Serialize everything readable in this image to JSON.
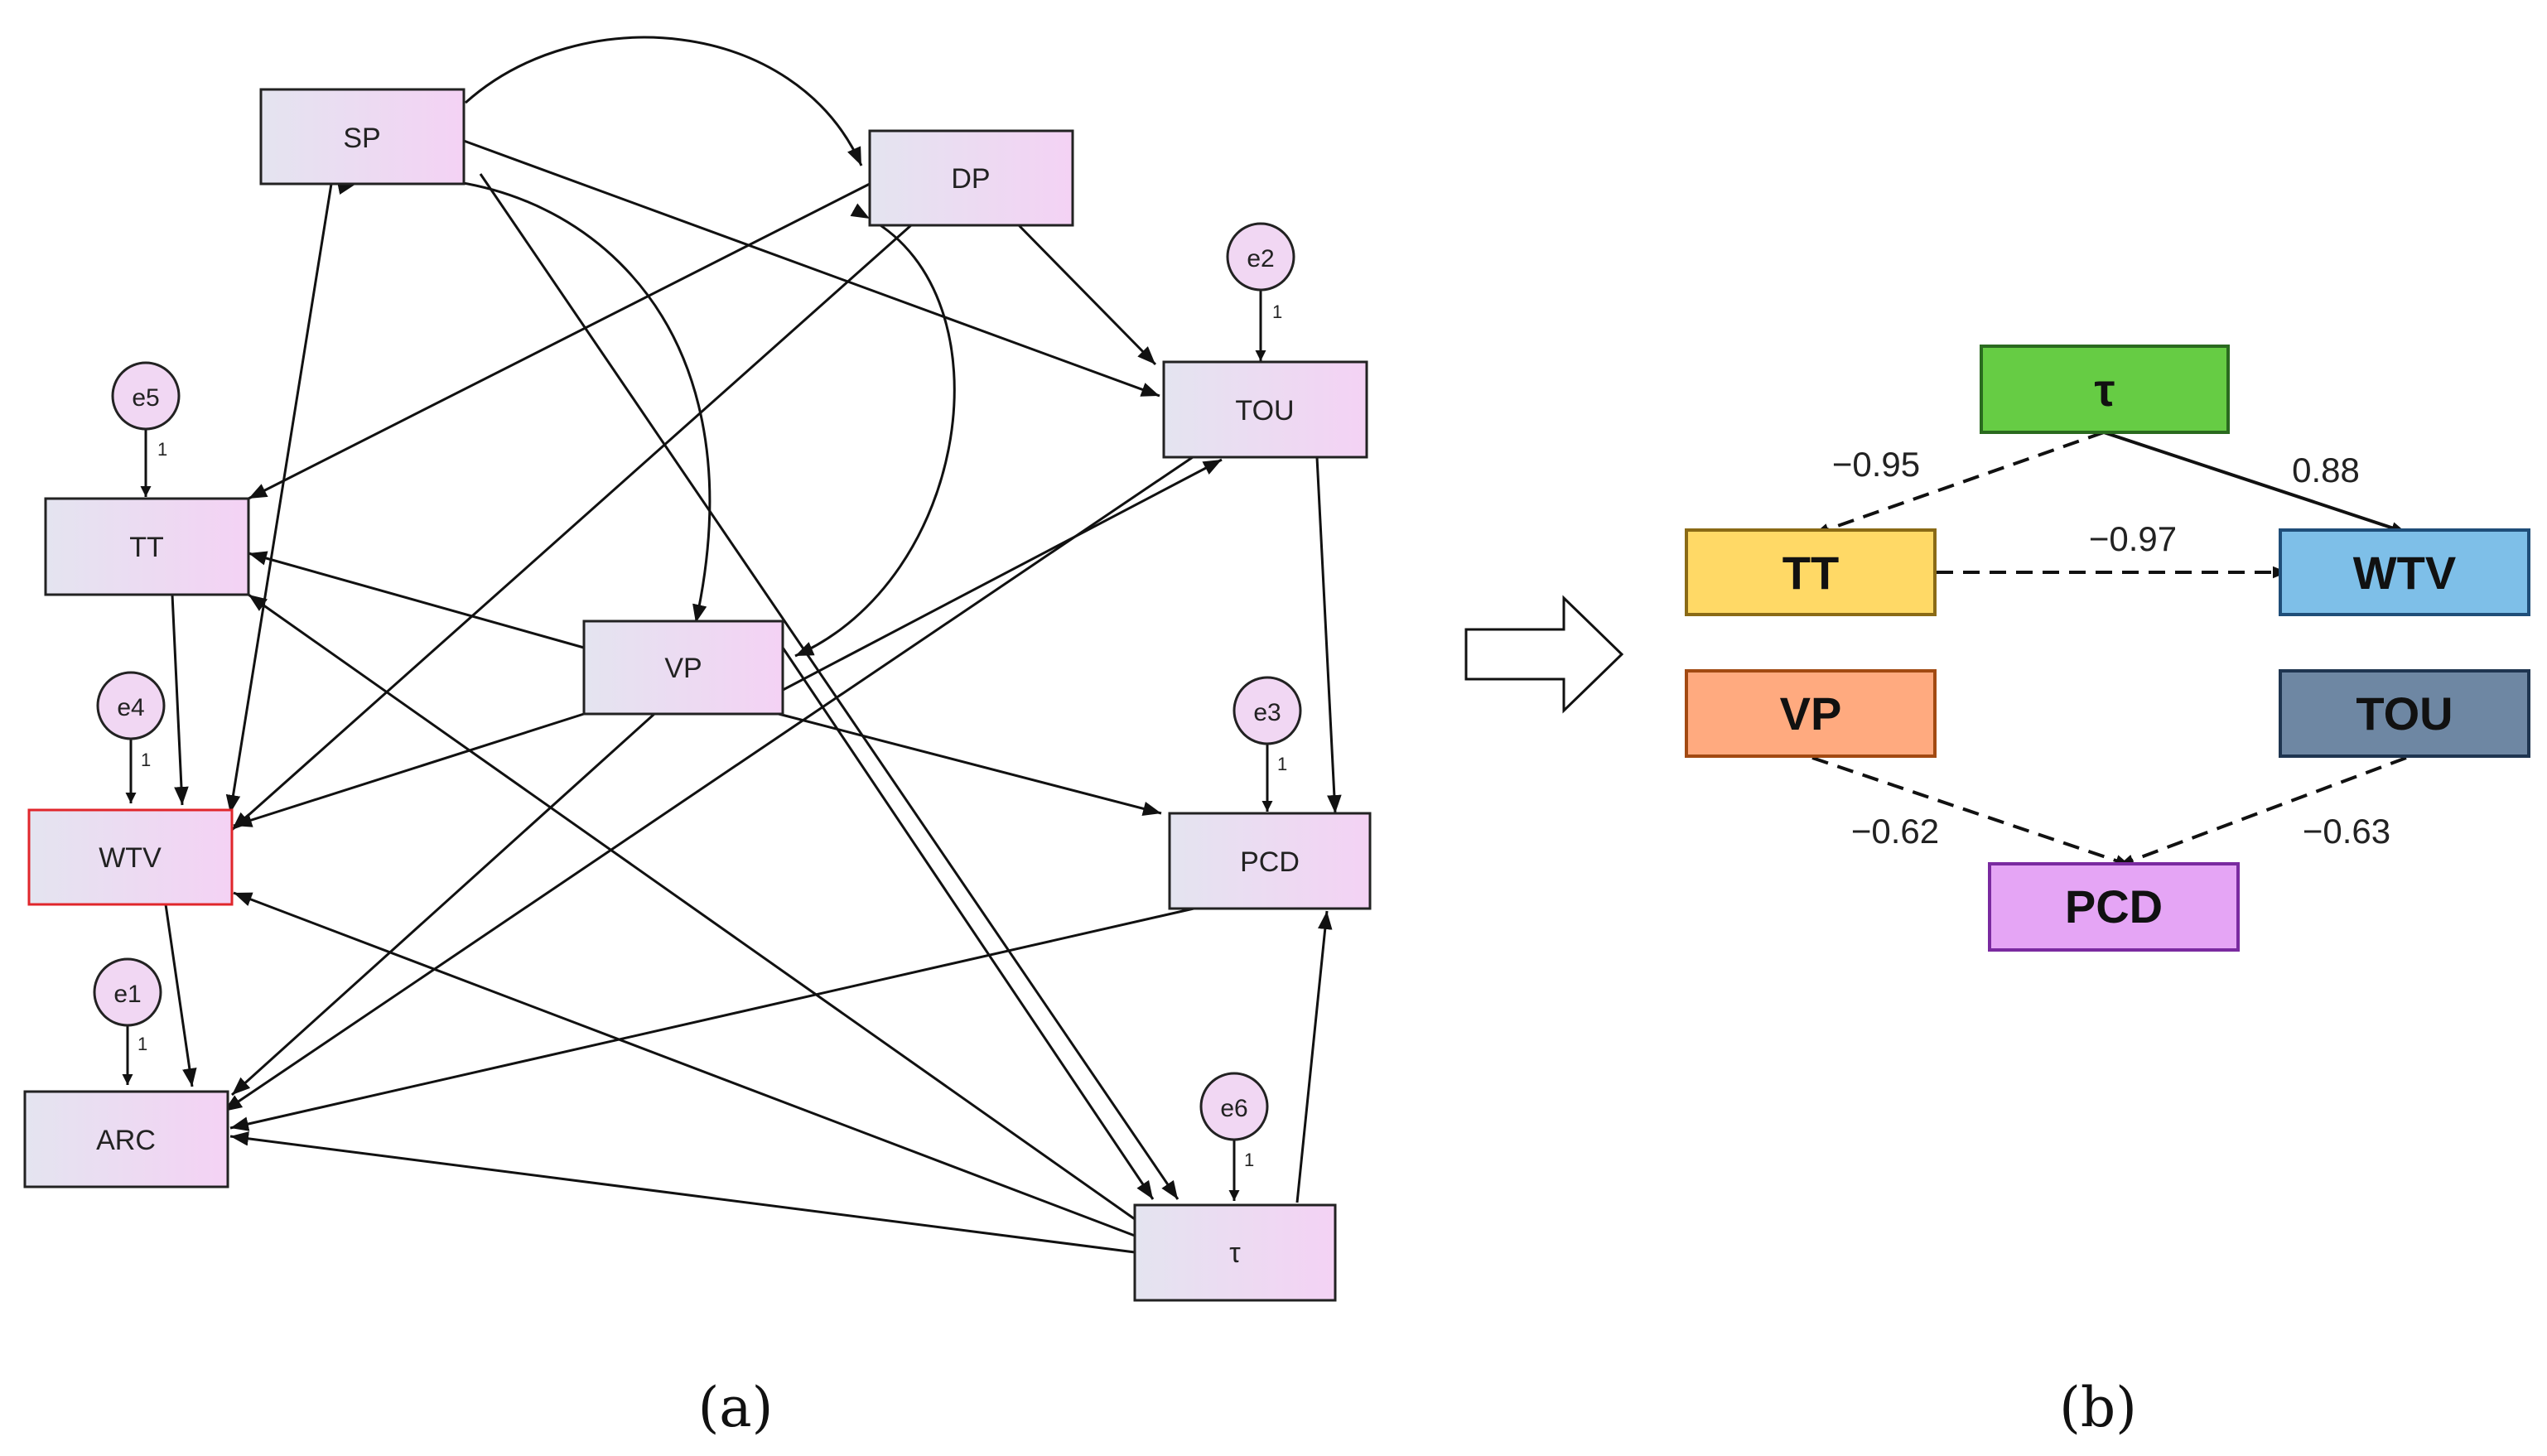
{
  "panel_a": {
    "caption": "(a)",
    "nodes": {
      "SP": "SP",
      "DP": "DP",
      "TOU": "TOU",
      "TT": "TT",
      "VP": "VP",
      "WTV": "WTV",
      "PCD": "PCD",
      "ARC": "ARC",
      "TAU": "τ"
    },
    "errors": {
      "e1": "e1",
      "e2": "e2",
      "e3": "e3",
      "e4": "e4",
      "e5": "e5",
      "e6": "e6"
    },
    "weight_label": "1"
  },
  "panel_b": {
    "caption": "(b)",
    "nodes": {
      "TAU": "τ",
      "TT": "TT",
      "WTV": "WTV",
      "VP": "VP",
      "TOU": "TOU",
      "PCD": "PCD"
    },
    "coefficients": {
      "tau_tt": "−0.95",
      "tau_wtv": "0.88",
      "tt_wtv": "−0.97",
      "vp_pcd": "−0.62",
      "tou_pcd": "−0.63"
    }
  },
  "colors": {
    "tau": "#66CC44",
    "tt": "#FFD966",
    "wtv": "#7EBFE8",
    "vp": "#FFAA7F",
    "tou": "#6E87A3",
    "pcd": "#E5A5F5",
    "wtv_highlight": "#E0262B"
  }
}
